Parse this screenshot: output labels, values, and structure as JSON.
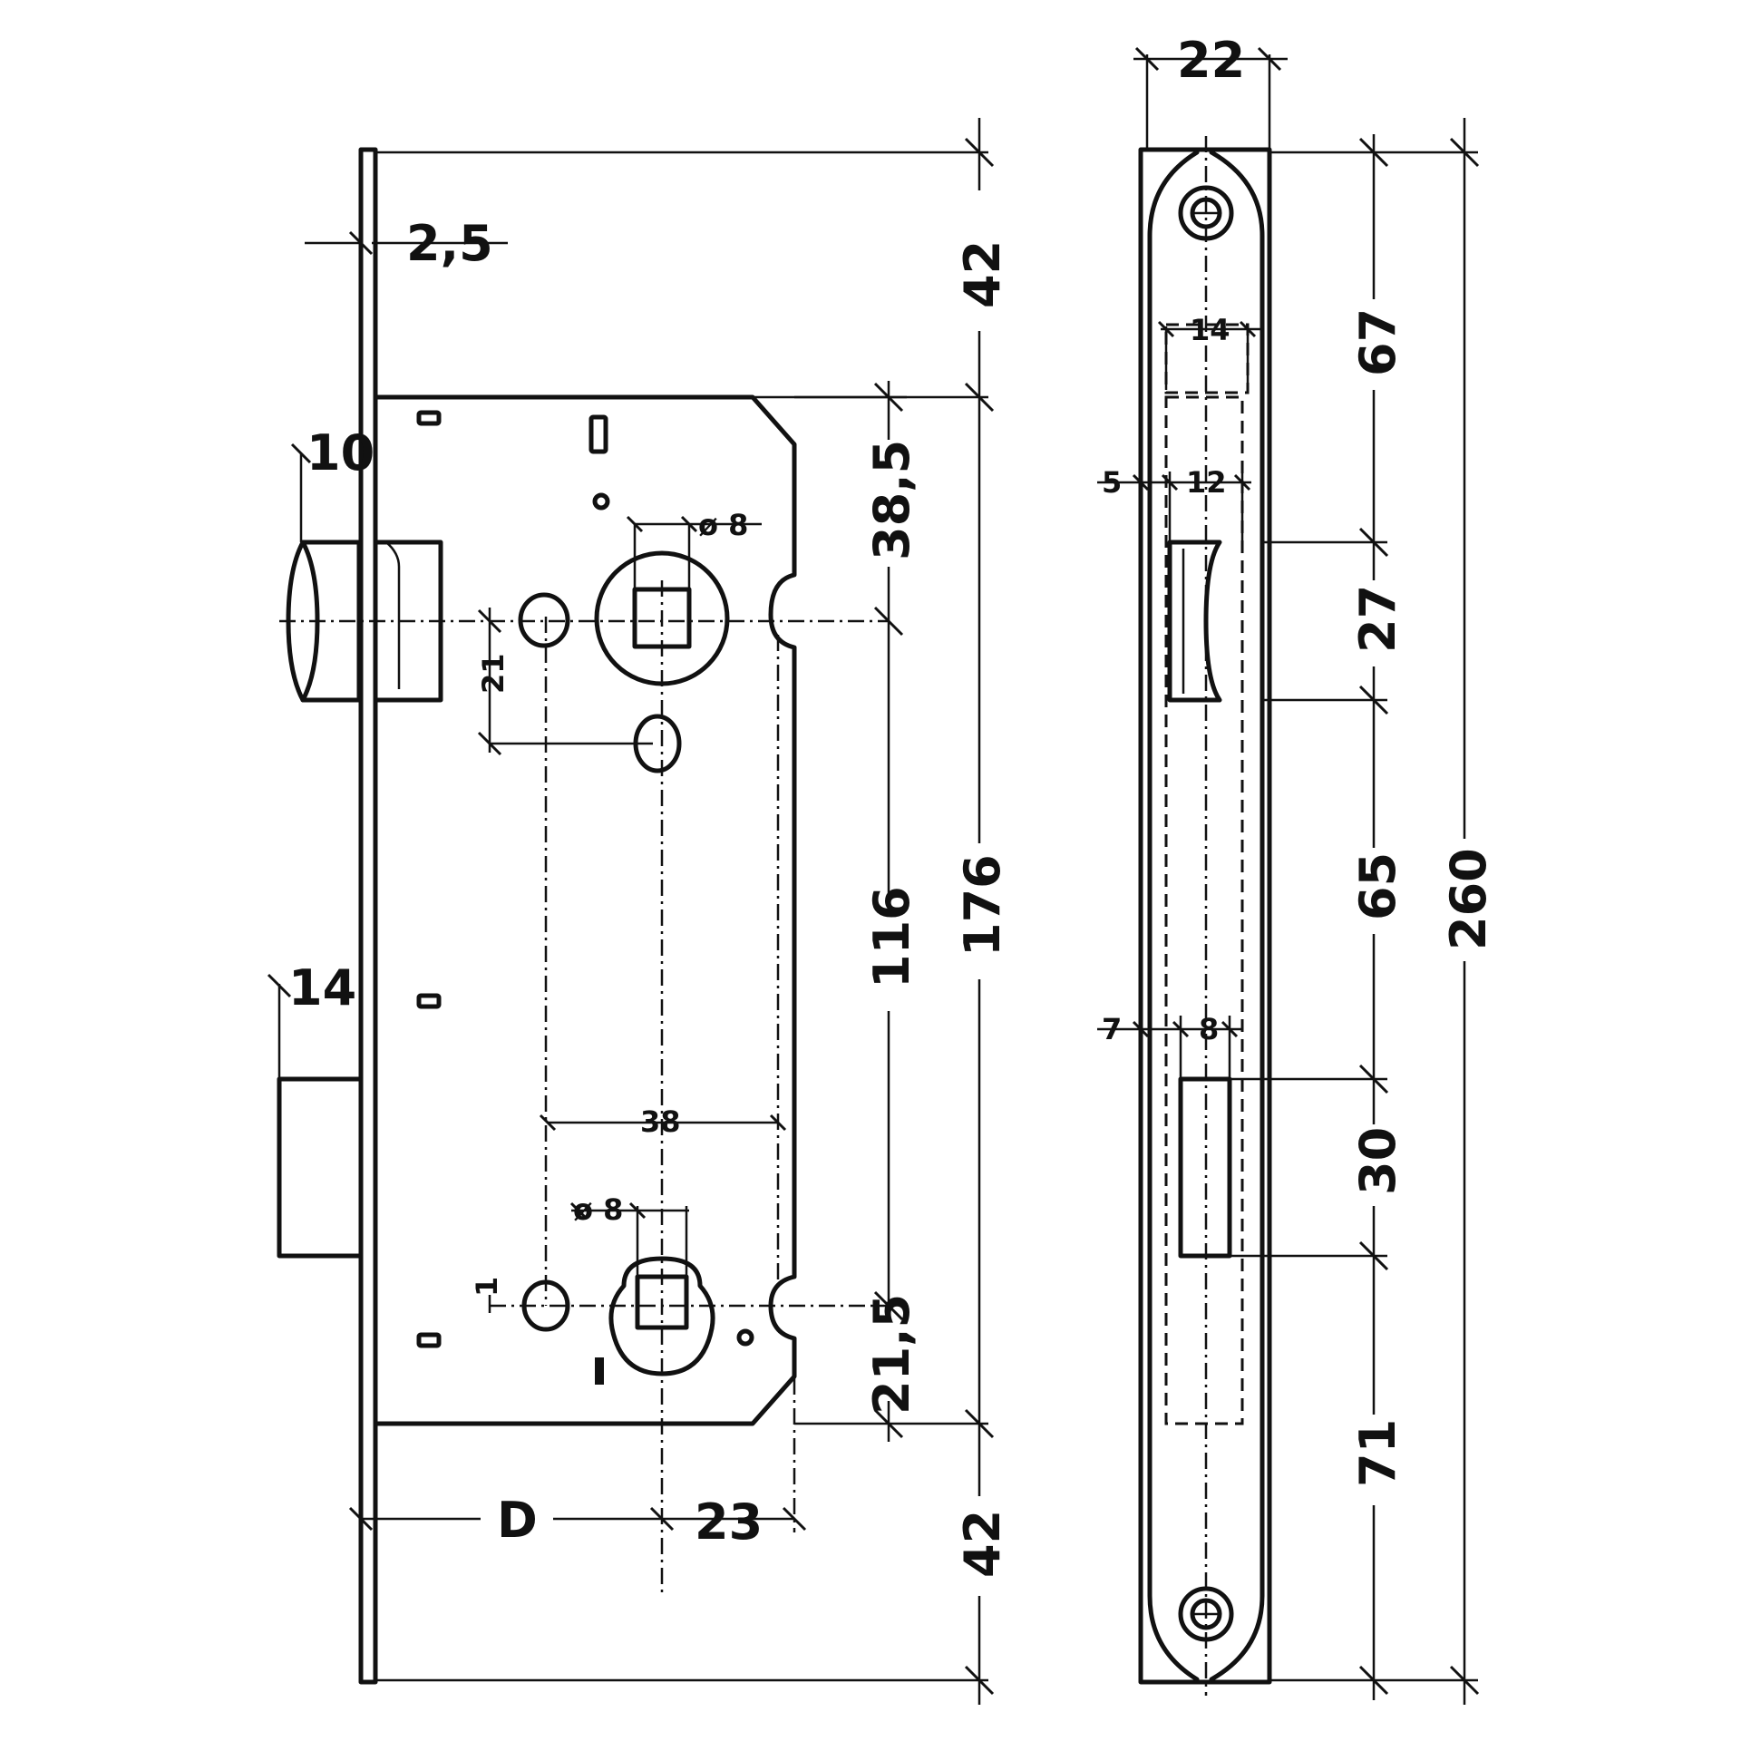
{
  "drawing": {
    "front_view": {
      "faceplate_thickness": "2,5",
      "top_offset": "42",
      "bottom_offset": "42",
      "case_height": "176",
      "latch_to_top": "38,5",
      "latch_to_lock": "116",
      "lock_to_bottom": "21,5",
      "latch_projection": "10",
      "bolt_projection": "14",
      "spindle_diameter_top": "ø 8",
      "spindle_diameter_bottom": "ø 8",
      "latch_offset": "21",
      "hole_spacing": "38",
      "small_offset": "1",
      "backset_label": "D",
      "backset_extra": "23"
    },
    "side_view": {
      "faceplate_width": "22",
      "total_height": "260",
      "top_segment": "67",
      "latch_height": "27",
      "middle_segment": "65",
      "bolt_height": "30",
      "bottom_segment": "71",
      "latch_width_top": "14",
      "latch_side_offset": "5",
      "latch_width": "12",
      "bolt_side_offset": "7",
      "bolt_width": "8"
    }
  }
}
